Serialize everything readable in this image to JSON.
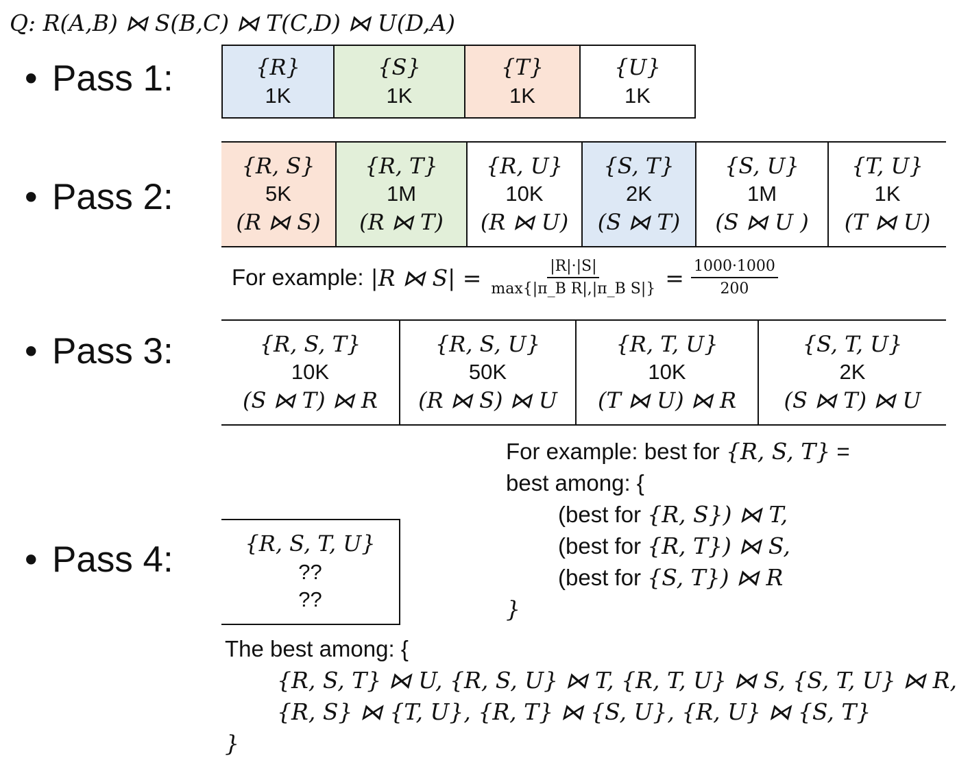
{
  "query": "Q: R(A,B) ⋈ S(B,C) ⋈ T(C,D) ⋈ U(D,A)",
  "passes": [
    {
      "label": "Pass 1:"
    },
    {
      "label": "Pass 2:"
    },
    {
      "label": "Pass 3:"
    },
    {
      "label": "Pass 4:"
    }
  ],
  "bullet": "•",
  "colors": {
    "blue": "#dde8f5",
    "green": "#e2efd9",
    "orange": "#fbe3d6",
    "white": "#ffffff"
  },
  "pass1": [
    {
      "set": "{R}",
      "size": "1K"
    },
    {
      "set": "{S}",
      "size": "1K"
    },
    {
      "set": "{T}",
      "size": "1K"
    },
    {
      "set": "{U}",
      "size": "1K"
    }
  ],
  "pass2": [
    {
      "set": "{R, S}",
      "size": "5K",
      "plan": "(R ⋈ S)"
    },
    {
      "set": "{R, T}",
      "size": "1M",
      "plan": "(R ⋈ T)"
    },
    {
      "set": "{R, U}",
      "size": "10K",
      "plan": "(R ⋈ U)"
    },
    {
      "set": "{S, T}",
      "size": "2K",
      "plan": "(S ⋈ T)"
    },
    {
      "set": "{S, U}",
      "size": "1M",
      "plan": "(S ⋈ U )"
    },
    {
      "set": "{T, U}",
      "size": "1K",
      "plan": "(T ⋈ U)"
    }
  ],
  "example1": {
    "prefix": "For example:",
    "lhs": "|R ⋈ S| =",
    "num1": "|R|·|S|",
    "den1": "max{|π_B R|,|π_B S|}",
    "eq": "=",
    "num2": "1000·1000",
    "den2": "200"
  },
  "pass3": [
    {
      "set": "{R, S, T}",
      "size": "10K",
      "plan": "(S ⋈ T) ⋈ R"
    },
    {
      "set": "{R, S, U}",
      "size": "50K",
      "plan": "(R ⋈ S) ⋈ U"
    },
    {
      "set": "{R, T, U}",
      "size": "10K",
      "plan": "(T ⋈ U) ⋈ R"
    },
    {
      "set": "{S, T, U}",
      "size": "2K",
      "plan": "(S ⋈ T) ⋈ U"
    }
  ],
  "example2": {
    "line1_text": "For example: best for",
    "line1_set": "{R, S, T}",
    "line1_eq": "=",
    "line2": "best among: {",
    "items": [
      {
        "prefix": "(best for",
        "set": "{R, S}",
        "suffix": ") ⋈ T,"
      },
      {
        "prefix": "(best for",
        "set": "{R, T}",
        "suffix": ") ⋈ S,"
      },
      {
        "prefix": "(best for",
        "set": "{S, T}",
        "suffix": ") ⋈ R"
      }
    ],
    "close": "}"
  },
  "pass4": {
    "set": "{R, S, T, U}",
    "size": "??",
    "plan": "??"
  },
  "best": {
    "line1": "The best among: {",
    "line2": "{R, S, T} ⋈ U,  {R, S, U} ⋈ T,  {R, T, U} ⋈ S,  {S, T, U} ⋈ R,",
    "line3": "{R, S} ⋈ {T, U},  {R, T} ⋈ {S, U},   {R, U} ⋈ {S, T}",
    "close": "}"
  }
}
